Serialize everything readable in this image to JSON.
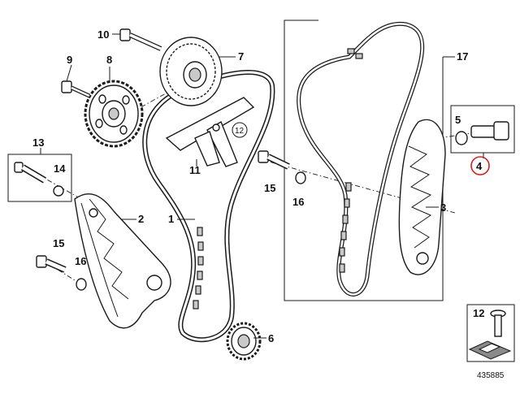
{
  "diagram": {
    "reference_number": "435885",
    "highlight_color": "#d81e1e",
    "highlighted_part": "4",
    "callouts": {
      "p1": "1",
      "p2": "2",
      "p3": "3",
      "p4": "4",
      "p5": "5",
      "p6": "6",
      "p7": "7",
      "p8": "8",
      "p9": "9",
      "p10": "10",
      "p11": "11",
      "p12": "12",
      "p12b": "12",
      "p13": "13",
      "p14": "14",
      "p15a": "15",
      "p15b": "15",
      "p16a": "16",
      "p16b": "16",
      "p17": "17"
    },
    "icons": [
      "bolt-icon",
      "arrow-icon"
    ]
  }
}
